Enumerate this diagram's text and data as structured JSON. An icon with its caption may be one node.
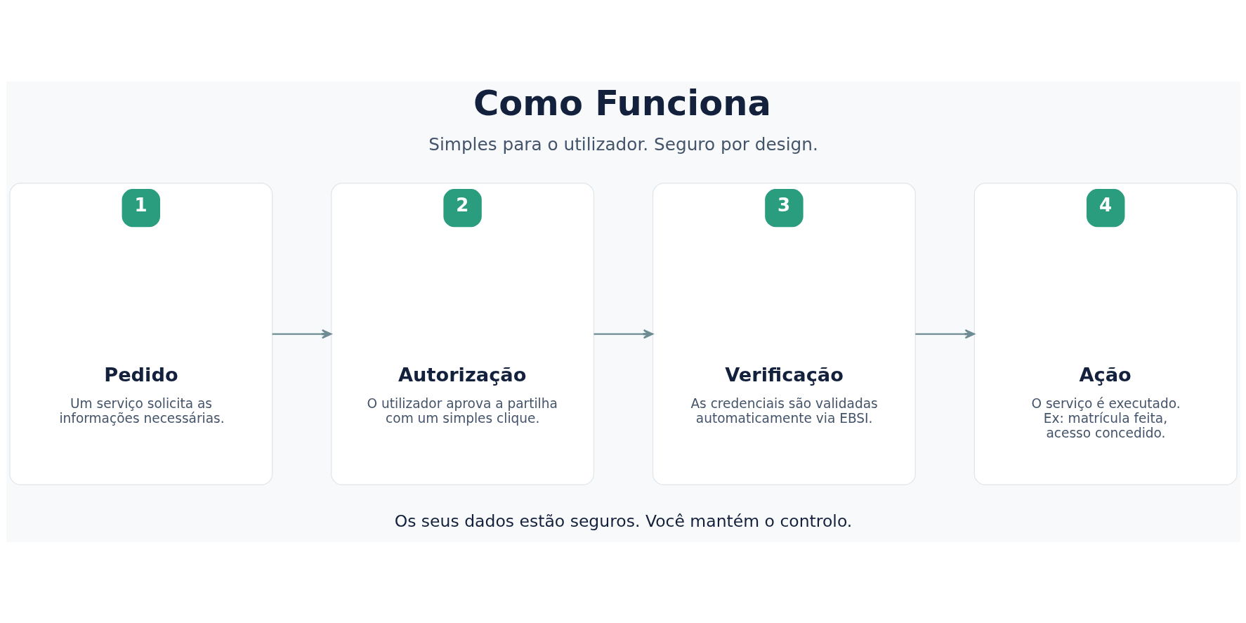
{
  "diagram": {
    "title": "Como Funciona",
    "nodes": [
      {
        "text": [
          "1",
          "Pedido",
          "Um serviço solicita as informações necessárias."
        ]
      },
      {
        "text": [
          "2",
          "Autorização",
          "O utilizador aprova a partilha com um simples clique."
        ]
      },
      {
        "text": [
          "3",
          "Verificação",
          "As credenciais são validadas automaticamente via EBSI."
        ]
      },
      {
        "text": [
          "4",
          "Ação",
          "O serviço é executado. Ex: matrícula feita, acesso concedido."
        ]
      }
    ],
    "edges": [
      {
        "from": 0,
        "to": 1,
        "arrow": "to"
      },
      {
        "from": 1,
        "to": 2,
        "arrow": "to"
      },
      {
        "from": 2,
        "to": 3,
        "arrow": "to"
      }
    ],
    "labels": [
      "Simples para o utilizador. Seguro por design.",
      "Os seus dados estão seguros. Você mantém o controlo."
    ]
  }
}
